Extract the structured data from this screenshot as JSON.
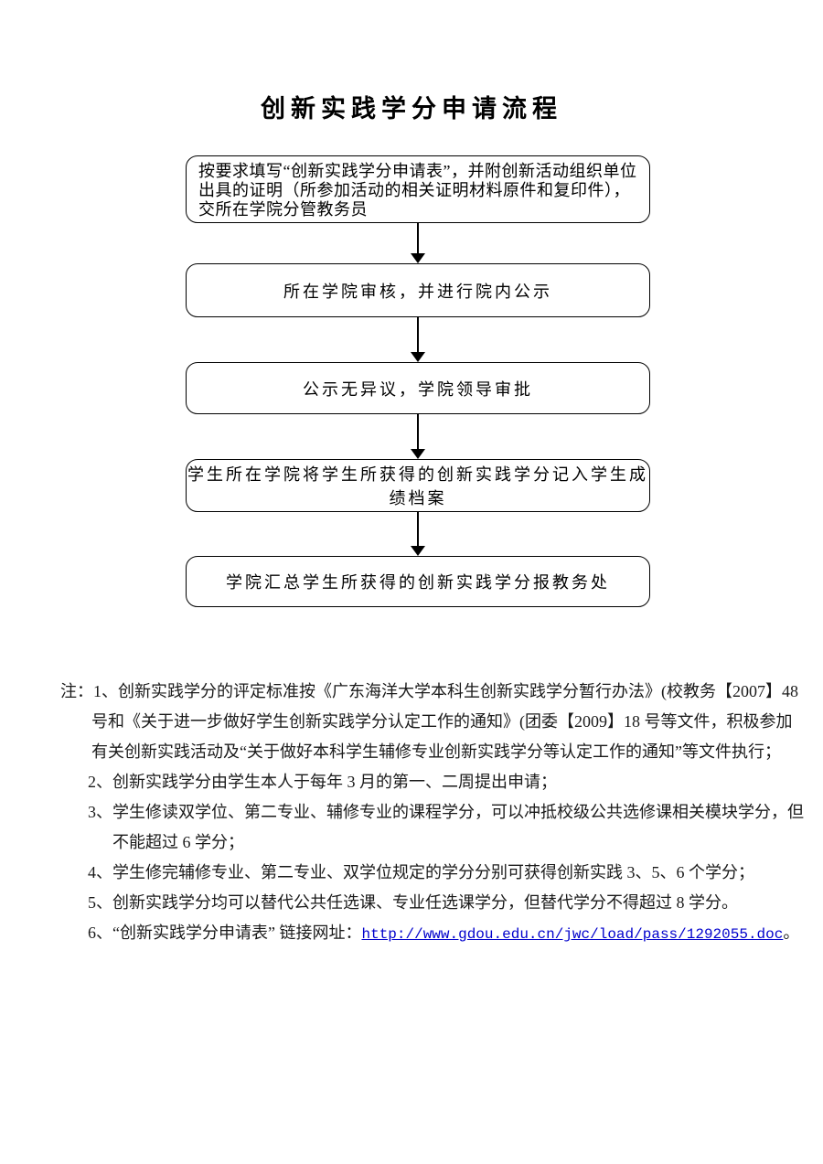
{
  "doc": {
    "title": "创新实践学分申请流程"
  },
  "flowchart": {
    "steps": [
      {
        "label": "按要求填写“创新实践学分申请表”，并附创新活动组织单位出具的证明（所参加活动的相关证明材料原件和复印件），交所在学院分管教务员"
      },
      {
        "label": "所在学院审核，并进行院内公示"
      },
      {
        "label": "公示无异议，学院领导审批"
      },
      {
        "label": "学生所在学院将学生所获得的创新实践学分记入学生成绩档案"
      },
      {
        "label": "学院汇总学生所获得的创新实践学分报教务处"
      }
    ]
  },
  "notes": {
    "label": "注：",
    "items": [
      {
        "number": "1、",
        "text": "创新实践学分的评定标准按《广东海洋大学本科生创新实践学分暂行办法》(校教务【2007】48 号和《关于进一步做好学生创新实践学分认定工作的通知》(团委【2009】18 号等文件，积极参加有关创新实践活动及“关于做好本科学生辅修专业创新实践学分等认定工作的通知”等文件执行；"
      },
      {
        "number": "2、",
        "text": "创新实践学分由学生本人于每年 3 月的第一、二周提出申请；"
      },
      {
        "number": "3、",
        "text": "学生修读双学位、第二专业、辅修专业的课程学分，可以冲抵校级公共选修课相关模块学分，但不能超过 6 学分；"
      },
      {
        "number": "4、",
        "text": "学生修完辅修专业、第二专业、双学位规定的学分分别可获得创新实践 3、5、6 个学分；"
      },
      {
        "number": "5、",
        "text": "创新实践学分均可以替代公共任选课、专业任选课学分，但替代学分不得超过 8 学分。"
      },
      {
        "number": "6、",
        "text": "“创新实践学分申请表” 链接网址：",
        "link_text": "http://www.gdou.edu.cn/jwc/load/pass/1292055.doc",
        "suffix": "。"
      }
    ]
  },
  "colors": {
    "background": "#ffffff",
    "text": "#1a1a1a",
    "box_border": "#000000",
    "link": "#0000cc"
  }
}
